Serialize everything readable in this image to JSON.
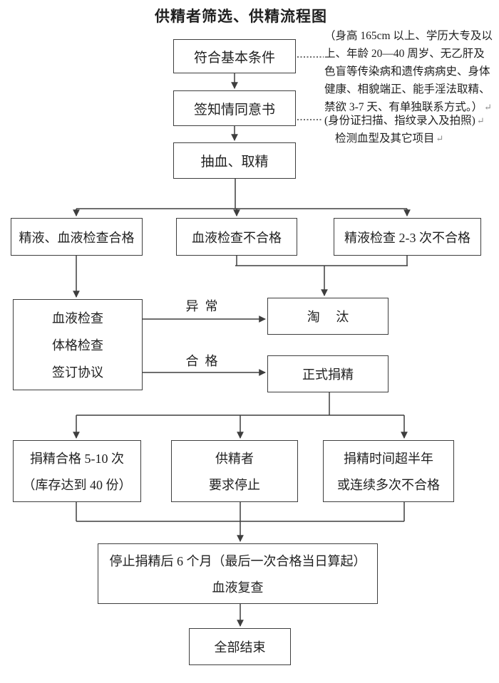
{
  "title": "供精者筛选、供精流程图",
  "nodes": {
    "basic": {
      "label": "符合基本条件"
    },
    "consent": {
      "label": "签知情同意书"
    },
    "draw": {
      "label": "抽血、取精"
    },
    "pass_both": {
      "label": "精液、血液检查合格"
    },
    "blood_fail": {
      "label": "血液检查不合格"
    },
    "semen_fail": {
      "label": "精液检查 2-3 次不合格"
    },
    "exam": {
      "line1": "血液检查",
      "line2": "体格检查",
      "line3": "签订协议"
    },
    "eliminate": {
      "label": "淘　 汰"
    },
    "formal": {
      "label": "正式捐精"
    },
    "quota": {
      "line1": "捐精合格 5-10 次",
      "line2": "（库存达到 40 份）"
    },
    "donor_stop": {
      "line1": "供精者",
      "line2": "要求停止"
    },
    "overdue": {
      "line1": "捐精时间超半年",
      "line2": "或连续多次不合格"
    },
    "recheck": {
      "line1": "停止捐精后 6 个月（最后一次合格当日算起）",
      "line2": "血液复查"
    },
    "finish": {
      "label": "全部结束"
    }
  },
  "edge_labels": {
    "abnormal": "异  常",
    "qualified": "合  格"
  },
  "annotations": {
    "criteria": {
      "lines": [
        "（身高 165cm 以上、学历大专及以",
        "上、年龄 20—40 周岁、无乙肝及",
        "色盲等传染病和遗传病病史、身体",
        "健康、相貌端正、能手淫法取精、",
        "禁欲 3-7 天、有单独联系方式。）"
      ],
      "return_mark": "↵"
    },
    "registration": {
      "line1": "(身份证扫描、指纹录入及拍照)",
      "line2": "检测血型及其它项目",
      "return_mark": "↵"
    }
  },
  "colors": {
    "line": "#3e3e3e",
    "text": "#1f1f1f",
    "background": "#ffffff"
  }
}
